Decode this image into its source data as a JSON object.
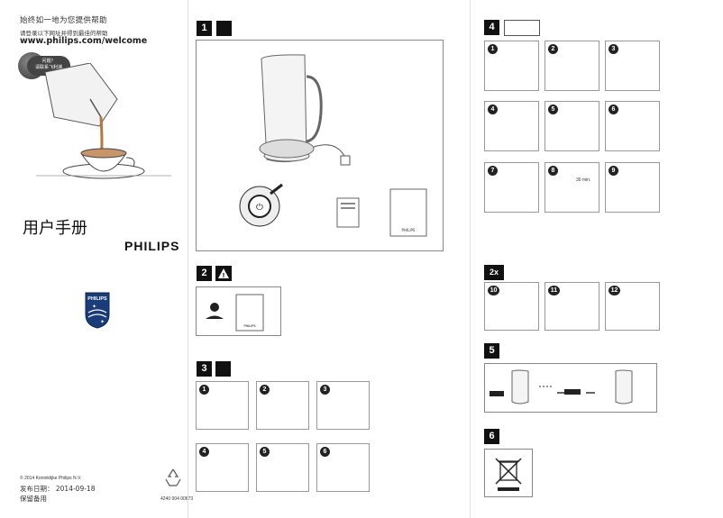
{
  "cover": {
    "tagline": "始终如一地为您提供帮助",
    "register_text": "请登录以下网址并得到最佳的帮助",
    "url": "www.philips.com/welcome",
    "badge_line1": "问题？",
    "badge_line2": "请联系飞利浦",
    "manual_title": "用户手册",
    "brand": "PHILIPS",
    "shield_label": "PHILIPS",
    "copyright": "© 2014 Koninklijke Philips N.V.",
    "release_date": "发布日期： 2014-09-18",
    "keep": "保留备用",
    "doc_number": "4240 004 00673"
  },
  "sections": {
    "s1": {
      "num": "1"
    },
    "s2": {
      "num": "2"
    },
    "s3": {
      "num": "3"
    },
    "s4": {
      "num": "4"
    },
    "s4b": {
      "num": "2x"
    },
    "s5": {
      "num": "5"
    },
    "s6": {
      "num": "6"
    }
  },
  "s3_steps": [
    "1",
    "2",
    "3",
    "4",
    "5",
    "6"
  ],
  "s4_steps": [
    "1",
    "2",
    "3",
    "4",
    "5",
    "6",
    "7",
    "8",
    "9"
  ],
  "s4b_steps": [
    "10",
    "11",
    "12"
  ],
  "timer_label": "30 min.",
  "leaflet_brand": "PHILIPS"
}
